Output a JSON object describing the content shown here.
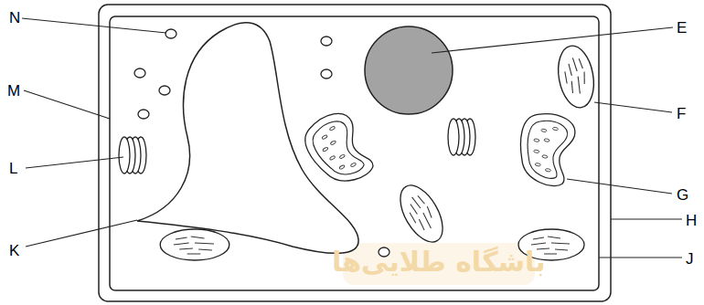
{
  "diagram": {
    "labels": [
      "N",
      "M",
      "L",
      "K",
      "E",
      "F",
      "G",
      "H",
      "J",
      "باشگاه طلایی‌ها"
    ]
  }
}
